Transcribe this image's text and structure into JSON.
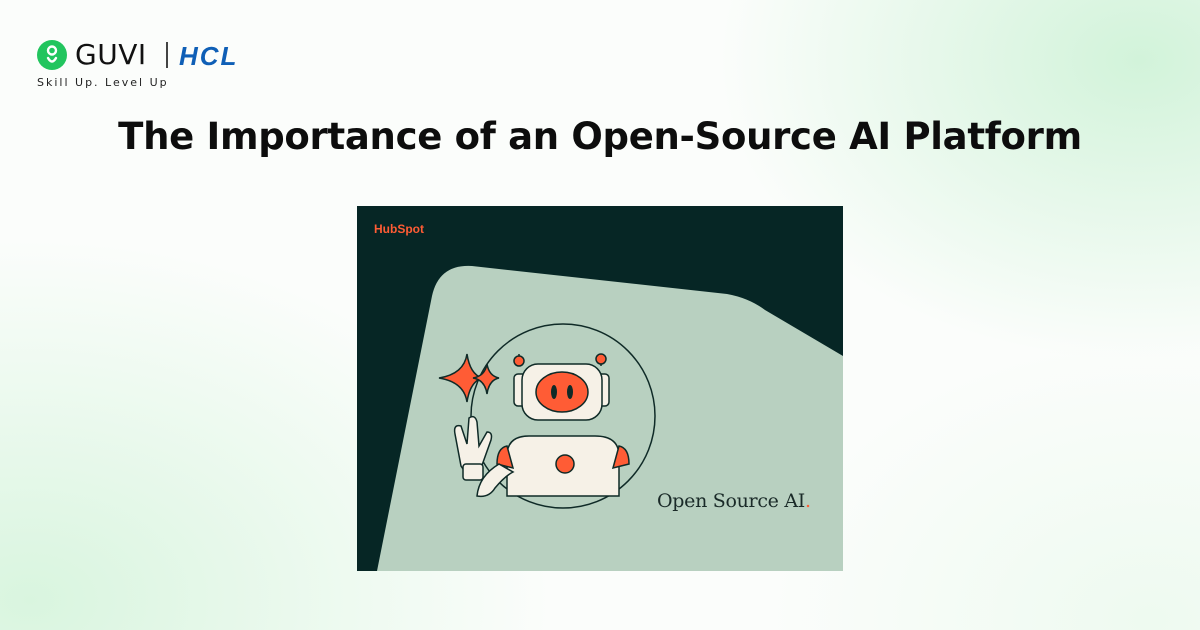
{
  "brand": {
    "name": "GUVI",
    "partner": "HCL",
    "tagline": "Skill Up. Level Up"
  },
  "title": "The Importance of an Open-Source AI Platform",
  "hero_image": {
    "badge": "HubSpot",
    "caption": "Open Source AI",
    "caption_dot": ".",
    "colors": {
      "background": "#062625",
      "panel": "#b8d0c0",
      "accent": "#ff5c35",
      "robot": "#f6f1e7"
    }
  }
}
